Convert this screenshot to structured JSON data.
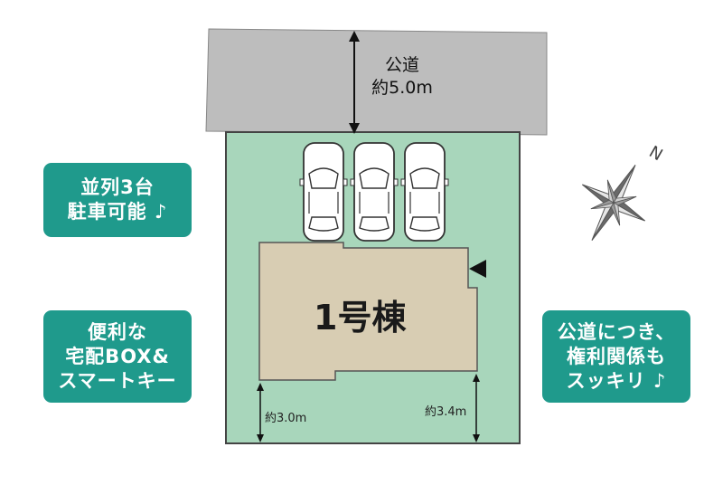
{
  "road": {
    "label": "公道",
    "width": "約5.0m"
  },
  "building": {
    "label": "1号棟"
  },
  "setbacks": {
    "left": "約3.0m",
    "right": "約3.4m"
  },
  "callouts": {
    "parking": [
      "並列3台",
      "駐車可能 ♪"
    ],
    "delivery": [
      "便利な",
      "宅配BOX&",
      "スマートキー"
    ],
    "road_note": [
      "公道につき、",
      "権利関係も",
      "スッキリ ♪"
    ]
  },
  "compass": {
    "north": "N"
  },
  "colors": {
    "road": "#bdbdbd",
    "lot": "#a8d6bb",
    "building": "#d8cdb3",
    "callout": "#1f9a8c",
    "outline": "#333333"
  },
  "parking_count": 3
}
